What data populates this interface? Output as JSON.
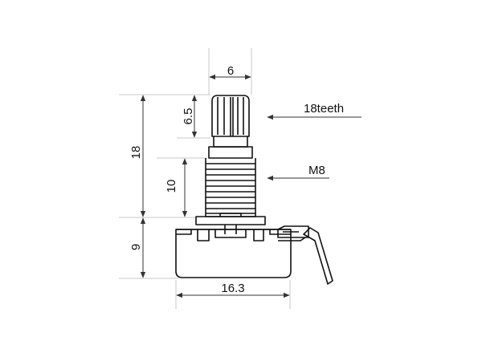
{
  "diagram": {
    "dimensions": {
      "shaft_width": "6",
      "knurl_height": "6.5",
      "total_height": "18",
      "thread_length": "10",
      "body_height": "9",
      "body_width": "16.3"
    },
    "callouts": {
      "knurl_teeth": "18teeth",
      "thread_size": "M8"
    }
  }
}
